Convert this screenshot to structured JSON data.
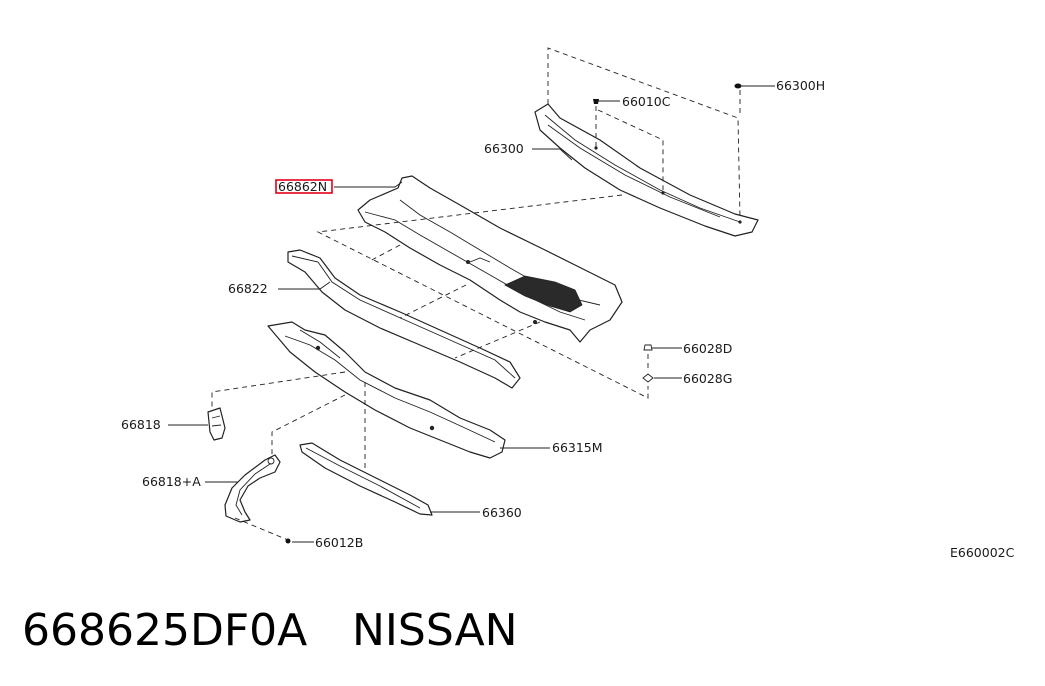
{
  "diagram": {
    "labels": {
      "p66300H": "66300H",
      "p66010C": "66010C",
      "p66300": "66300",
      "p66862N": "66862N",
      "p66822": "66822",
      "p66028D": "66028D",
      "p66028G": "66028G",
      "p66818": "66818",
      "p66315M": "66315M",
      "p66818A": "66818+A",
      "p66360": "66360",
      "p66012B": "66012B",
      "code": "E660002C"
    },
    "highlighted_part": "66862N",
    "highlight_color": "#e2001a"
  },
  "caption": {
    "part_number": "668625DF0A",
    "brand": "NISSAN"
  }
}
